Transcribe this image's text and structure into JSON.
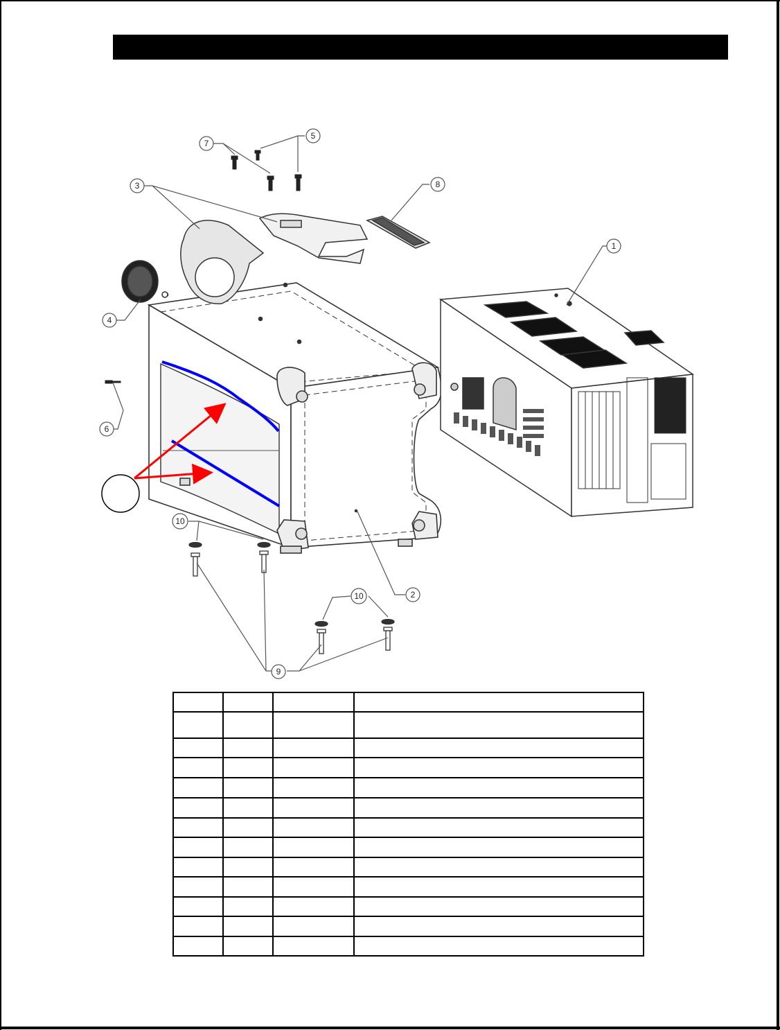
{
  "header": {
    "title": ""
  },
  "callouts": {
    "c1": "1",
    "c2": "2",
    "c3": "3",
    "c4": "4",
    "c5": "5",
    "c6": "6",
    "c7": "7",
    "c8": "8",
    "c9": "9",
    "c10a": "10",
    "c10b": "10"
  },
  "marker": {
    "label": ""
  },
  "colors": {
    "highlight_line": "#0000ff",
    "arrow": "#ff0000"
  },
  "parts_table": {
    "columns": [
      "",
      "",
      "",
      ""
    ],
    "rows": [
      [
        "",
        "",
        "",
        ""
      ],
      [
        "",
        "",
        "",
        ""
      ],
      [
        "",
        "",
        "",
        ""
      ],
      [
        "",
        "",
        "",
        ""
      ],
      [
        "",
        "",
        "",
        ""
      ],
      [
        "",
        "",
        "",
        ""
      ],
      [
        "",
        "",
        "",
        ""
      ],
      [
        "",
        "",
        "",
        ""
      ],
      [
        "",
        "",
        "",
        ""
      ],
      [
        "",
        "",
        "",
        ""
      ],
      [
        "",
        "",
        "",
        ""
      ],
      [
        "",
        "",
        "",
        ""
      ]
    ]
  }
}
